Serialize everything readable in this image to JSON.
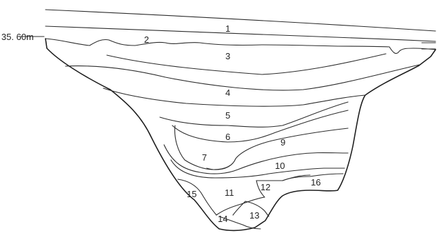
{
  "elevation_label": "35. 60m",
  "layers": [
    {
      "id": "layer-1",
      "label": "1"
    },
    {
      "id": "layer-2",
      "label": "2"
    },
    {
      "id": "layer-3",
      "label": "3"
    },
    {
      "id": "layer-4",
      "label": "4"
    },
    {
      "id": "layer-5",
      "label": "5"
    },
    {
      "id": "layer-6",
      "label": "6"
    },
    {
      "id": "layer-7",
      "label": "7"
    },
    {
      "id": "layer-9",
      "label": "9"
    },
    {
      "id": "layer-10",
      "label": "10"
    },
    {
      "id": "layer-11",
      "label": "11"
    },
    {
      "id": "layer-12",
      "label": "12"
    },
    {
      "id": "layer-13",
      "label": "13"
    },
    {
      "id": "layer-14",
      "label": "14"
    },
    {
      "id": "layer-15",
      "label": "15"
    },
    {
      "id": "layer-16",
      "label": "16"
    }
  ]
}
